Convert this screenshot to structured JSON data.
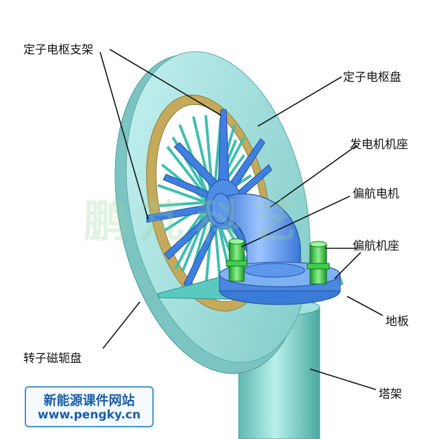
{
  "labels": {
    "stator_bracket": "定子电枢支架",
    "stator_disk": "定子电枢盘",
    "generator_base": "发电机机座",
    "yaw_motor": "偏航电机",
    "yaw_base": "偏航机座",
    "floor_plate": "地板",
    "rotor_yoke_disk": "转子磁轭盘",
    "tower": "塔架"
  },
  "watermark": "鹏芃科艺",
  "badge": {
    "name": "新能源课件网站",
    "url": "www.pengky.cn"
  },
  "colors": {
    "rotor_disk": "#a6e6e6",
    "stator_ring": "#c4aa5a",
    "spokes": "#3fbfb0",
    "bracket": "#3f7fe0",
    "motor": "#2fbf3f",
    "tower": "#8ad8d2"
  }
}
